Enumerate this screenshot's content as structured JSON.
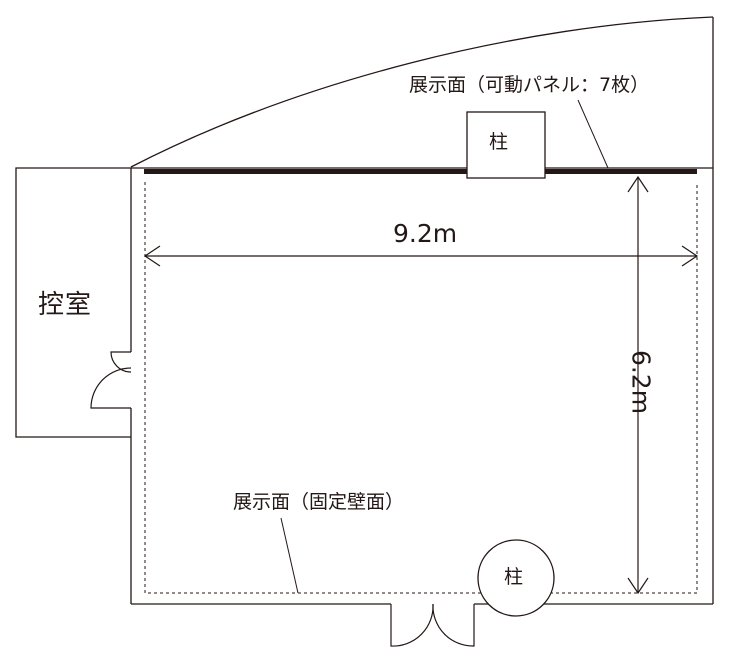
{
  "labels": {
    "movable_panel": "展示面（可動パネル：7枚）",
    "fixed_wall": "展示面（固定壁面）",
    "width": "9.2m",
    "height": "6.2m",
    "control_room": "控室",
    "pillar_top": "柱",
    "pillar_bottom": "柱"
  },
  "colors": {
    "wall": "#231815",
    "panel": "#231815",
    "background": "#ffffff"
  }
}
